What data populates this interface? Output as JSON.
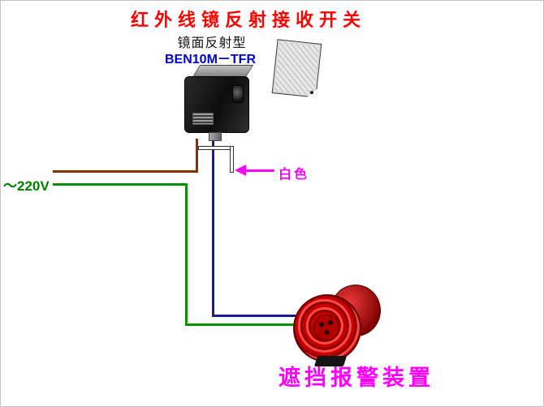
{
  "diagram": {
    "title": "红外线镜反射接收开关",
    "sensor_type": "镜面反射型",
    "sensor_model": "BEN10M－TFR",
    "power_label": "～220V",
    "white_wire_label": "白色",
    "alarm_label": "遮挡报警装置"
  },
  "colors": {
    "title_red": "#ff0000",
    "model_blue": "#0000cc",
    "power_green": "#008000",
    "annotation_magenta": "#ff00ff",
    "wire_brown": "#8b3000",
    "wire_green": "#089000",
    "wire_blue": "#1a1a99",
    "wire_white": "#ffffff",
    "alarm_red": "#c40000"
  },
  "components": {
    "sensor": "photoelectric-switch",
    "reflector": "mirror-reflector-panel",
    "alarm": "red-alarm-siren"
  }
}
